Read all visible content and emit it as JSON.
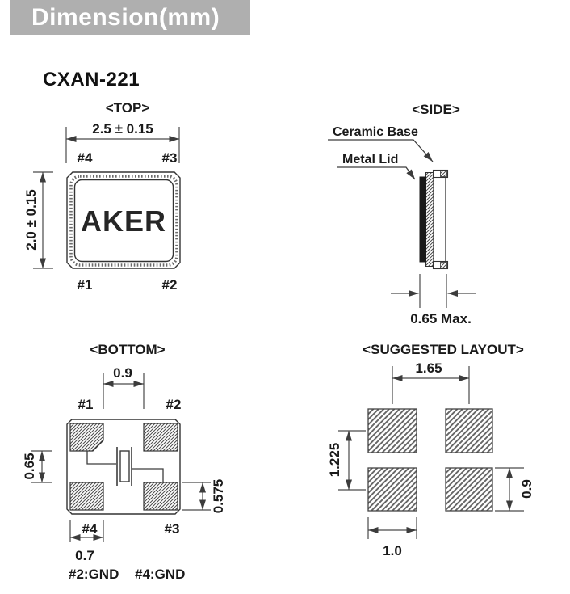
{
  "header": {
    "title": "Dimension(mm)",
    "bg_color": "#afafaf",
    "text_color": "#ffffff"
  },
  "part_number": "CXAN-221",
  "views": {
    "top": {
      "title": "<TOP>",
      "brand": "AKER",
      "dim_width": "2.5 ± 0.15",
      "dim_height": "2.0 ± 0.15",
      "pin_tl": "#4",
      "pin_tr": "#3",
      "pin_bl": "#1",
      "pin_br": "#2"
    },
    "side": {
      "title": "<SIDE>",
      "label_ceramic": "Ceramic Base",
      "label_lid": "Metal Lid",
      "dim_thickness": "0.65 Max."
    },
    "bottom": {
      "title": "<BOTTOM>",
      "dim_gap_x": "0.9",
      "dim_gap_y": "0.65",
      "dim_pad_h": "0.575",
      "dim_pad_w": "0.7",
      "pin_tl": "#1",
      "pin_tr": "#2",
      "pin_bl": "#4",
      "pin_br": "#3",
      "gnd_note_1": "#2:GND",
      "gnd_note_2": "#4:GND"
    },
    "layout": {
      "title": "<SUGGESTED LAYOUT>",
      "dim_pitch_x": "1.65",
      "dim_pitch_y": "1.225",
      "dim_pad_w": "1.0",
      "dim_pad_h": "0.9"
    }
  },
  "colors": {
    "line": "#3c3c3c",
    "hatch": "#5a5a5a",
    "header_bg": "#afafaf"
  }
}
